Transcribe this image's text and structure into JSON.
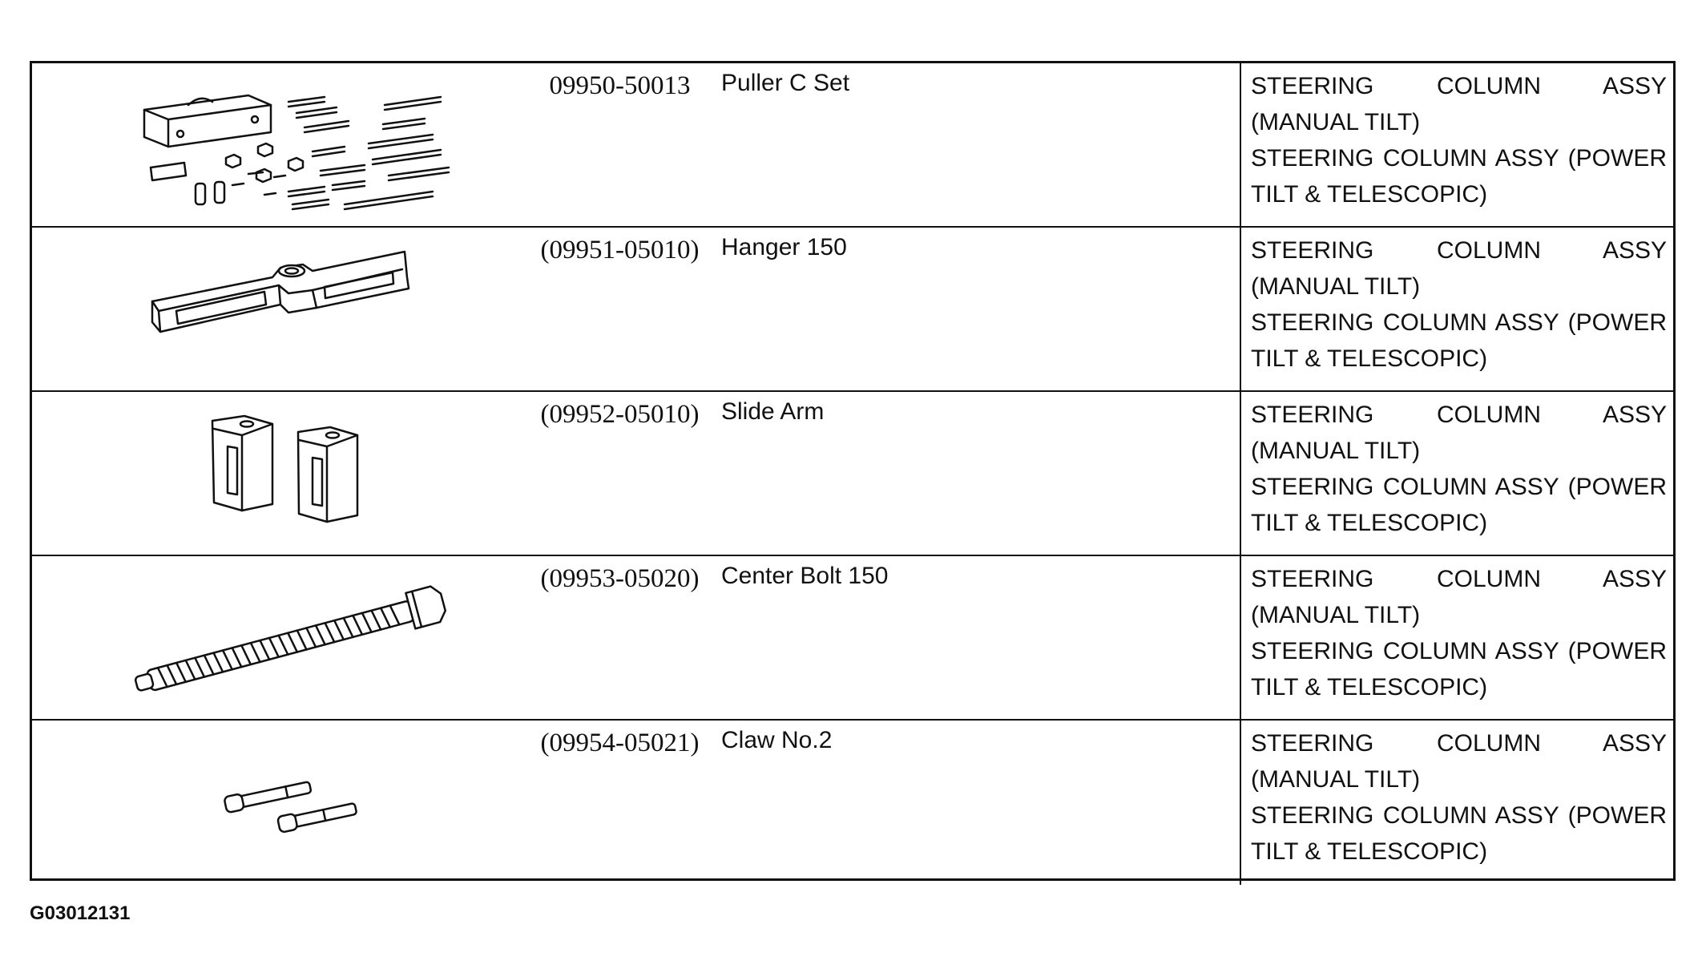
{
  "tools": [
    {
      "part_number": "09950-50013",
      "name": "Puller C Set",
      "usage_line1": "STEERING COLUMN ASSY",
      "usage_line2": "(MANUAL TILT)",
      "usage_line3": "STEERING COLUMN ASSY (POWER",
      "usage_line4": "TILT & TELESCOPIC)",
      "illustration": "puller-set-case-icon"
    },
    {
      "part_number": "(09951-05010)",
      "name": "Hanger 150",
      "usage_line1": "STEERING COLUMN ASSY",
      "usage_line2": "(MANUAL TILT)",
      "usage_line3": "STEERING COLUMN ASSY (POWER",
      "usage_line4": "TILT & TELESCOPIC)",
      "illustration": "hanger-bar-icon"
    },
    {
      "part_number": "(09952-05010)",
      "name": "Slide Arm",
      "usage_line1": "STEERING COLUMN ASSY",
      "usage_line2": "(MANUAL TILT)",
      "usage_line3": "STEERING COLUMN ASSY (POWER",
      "usage_line4": "TILT & TELESCOPIC)",
      "illustration": "slide-arm-blocks-icon"
    },
    {
      "part_number": "(09953-05020)",
      "name": "Center Bolt 150",
      "usage_line1": "STEERING COLUMN ASSY",
      "usage_line2": "(MANUAL TILT)",
      "usage_line3": "STEERING COLUMN ASSY (POWER",
      "usage_line4": "TILT & TELESCOPIC)",
      "illustration": "center-bolt-icon"
    },
    {
      "part_number": "(09954-05021)",
      "name": "Claw No.2",
      "usage_line1": "STEERING COLUMN ASSY",
      "usage_line2": "(MANUAL TILT)",
      "usage_line3": "STEERING COLUMN ASSY (POWER",
      "usage_line4": "TILT & TELESCOPIC)",
      "illustration": "claw-pins-icon"
    }
  ],
  "figure_code": "G03012131"
}
